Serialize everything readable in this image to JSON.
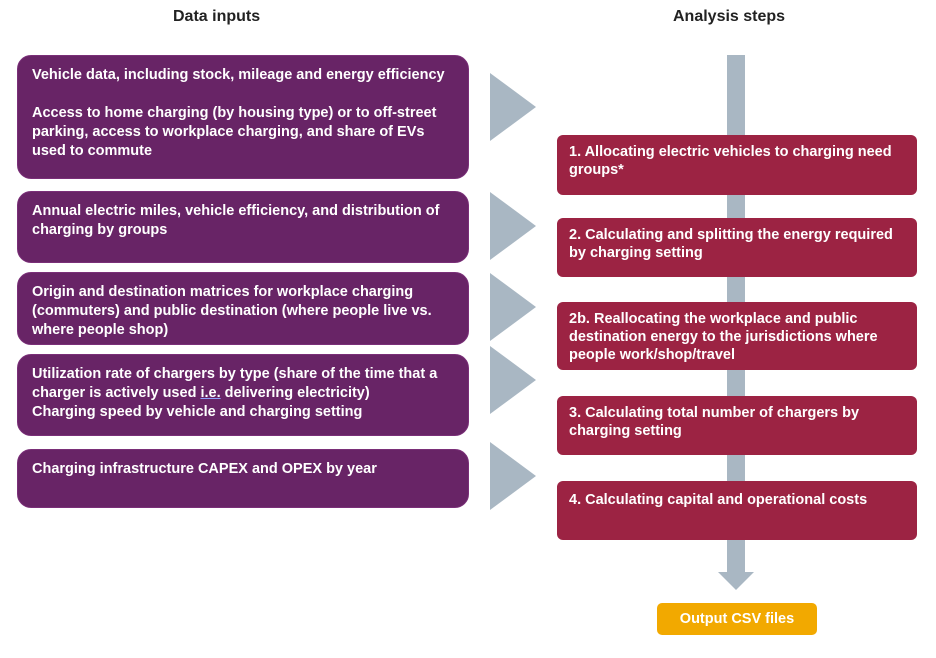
{
  "headers": {
    "inputs": "Data inputs",
    "steps": "Analysis steps"
  },
  "inputs": [
    {
      "p1": "Vehicle data, including stock, mileage and energy efficiency",
      "p2": "Access to home charging (by housing type) or to off-street parking, access to workplace charging, and share of EVs used to commute"
    },
    {
      "p1": "Annual electric miles, vehicle efficiency, and distribution of charging by groups"
    },
    {
      "p1": "Origin and destination matrices for workplace charging (commuters) and public destination (where people live vs. where people shop)"
    },
    {
      "p1_a": "Utilization rate of chargers by type (share of the time that a charger is actively used ",
      "p1_ie": "i.e.",
      "p1_b": " delivering electricity)",
      "p2": "Charging speed by vehicle and charging setting"
    },
    {
      "p1": "Charging infrastructure CAPEX and OPEX by year"
    }
  ],
  "steps": [
    "1. Allocating electric vehicles to charging need groups*",
    "2. Calculating and splitting the energy required by charging setting",
    "2b. Reallocating the workplace and public destination energy to the jurisdictions where people work/shop/travel",
    "3. Calculating total number of chargers by charging setting",
    "4. Calculating capital and operational costs"
  ],
  "output": "Output CSV files",
  "colors": {
    "input_box": "#682466",
    "step_box": "#9c2343",
    "arrow": "#a9b7c3",
    "output_box": "#f2a900"
  }
}
